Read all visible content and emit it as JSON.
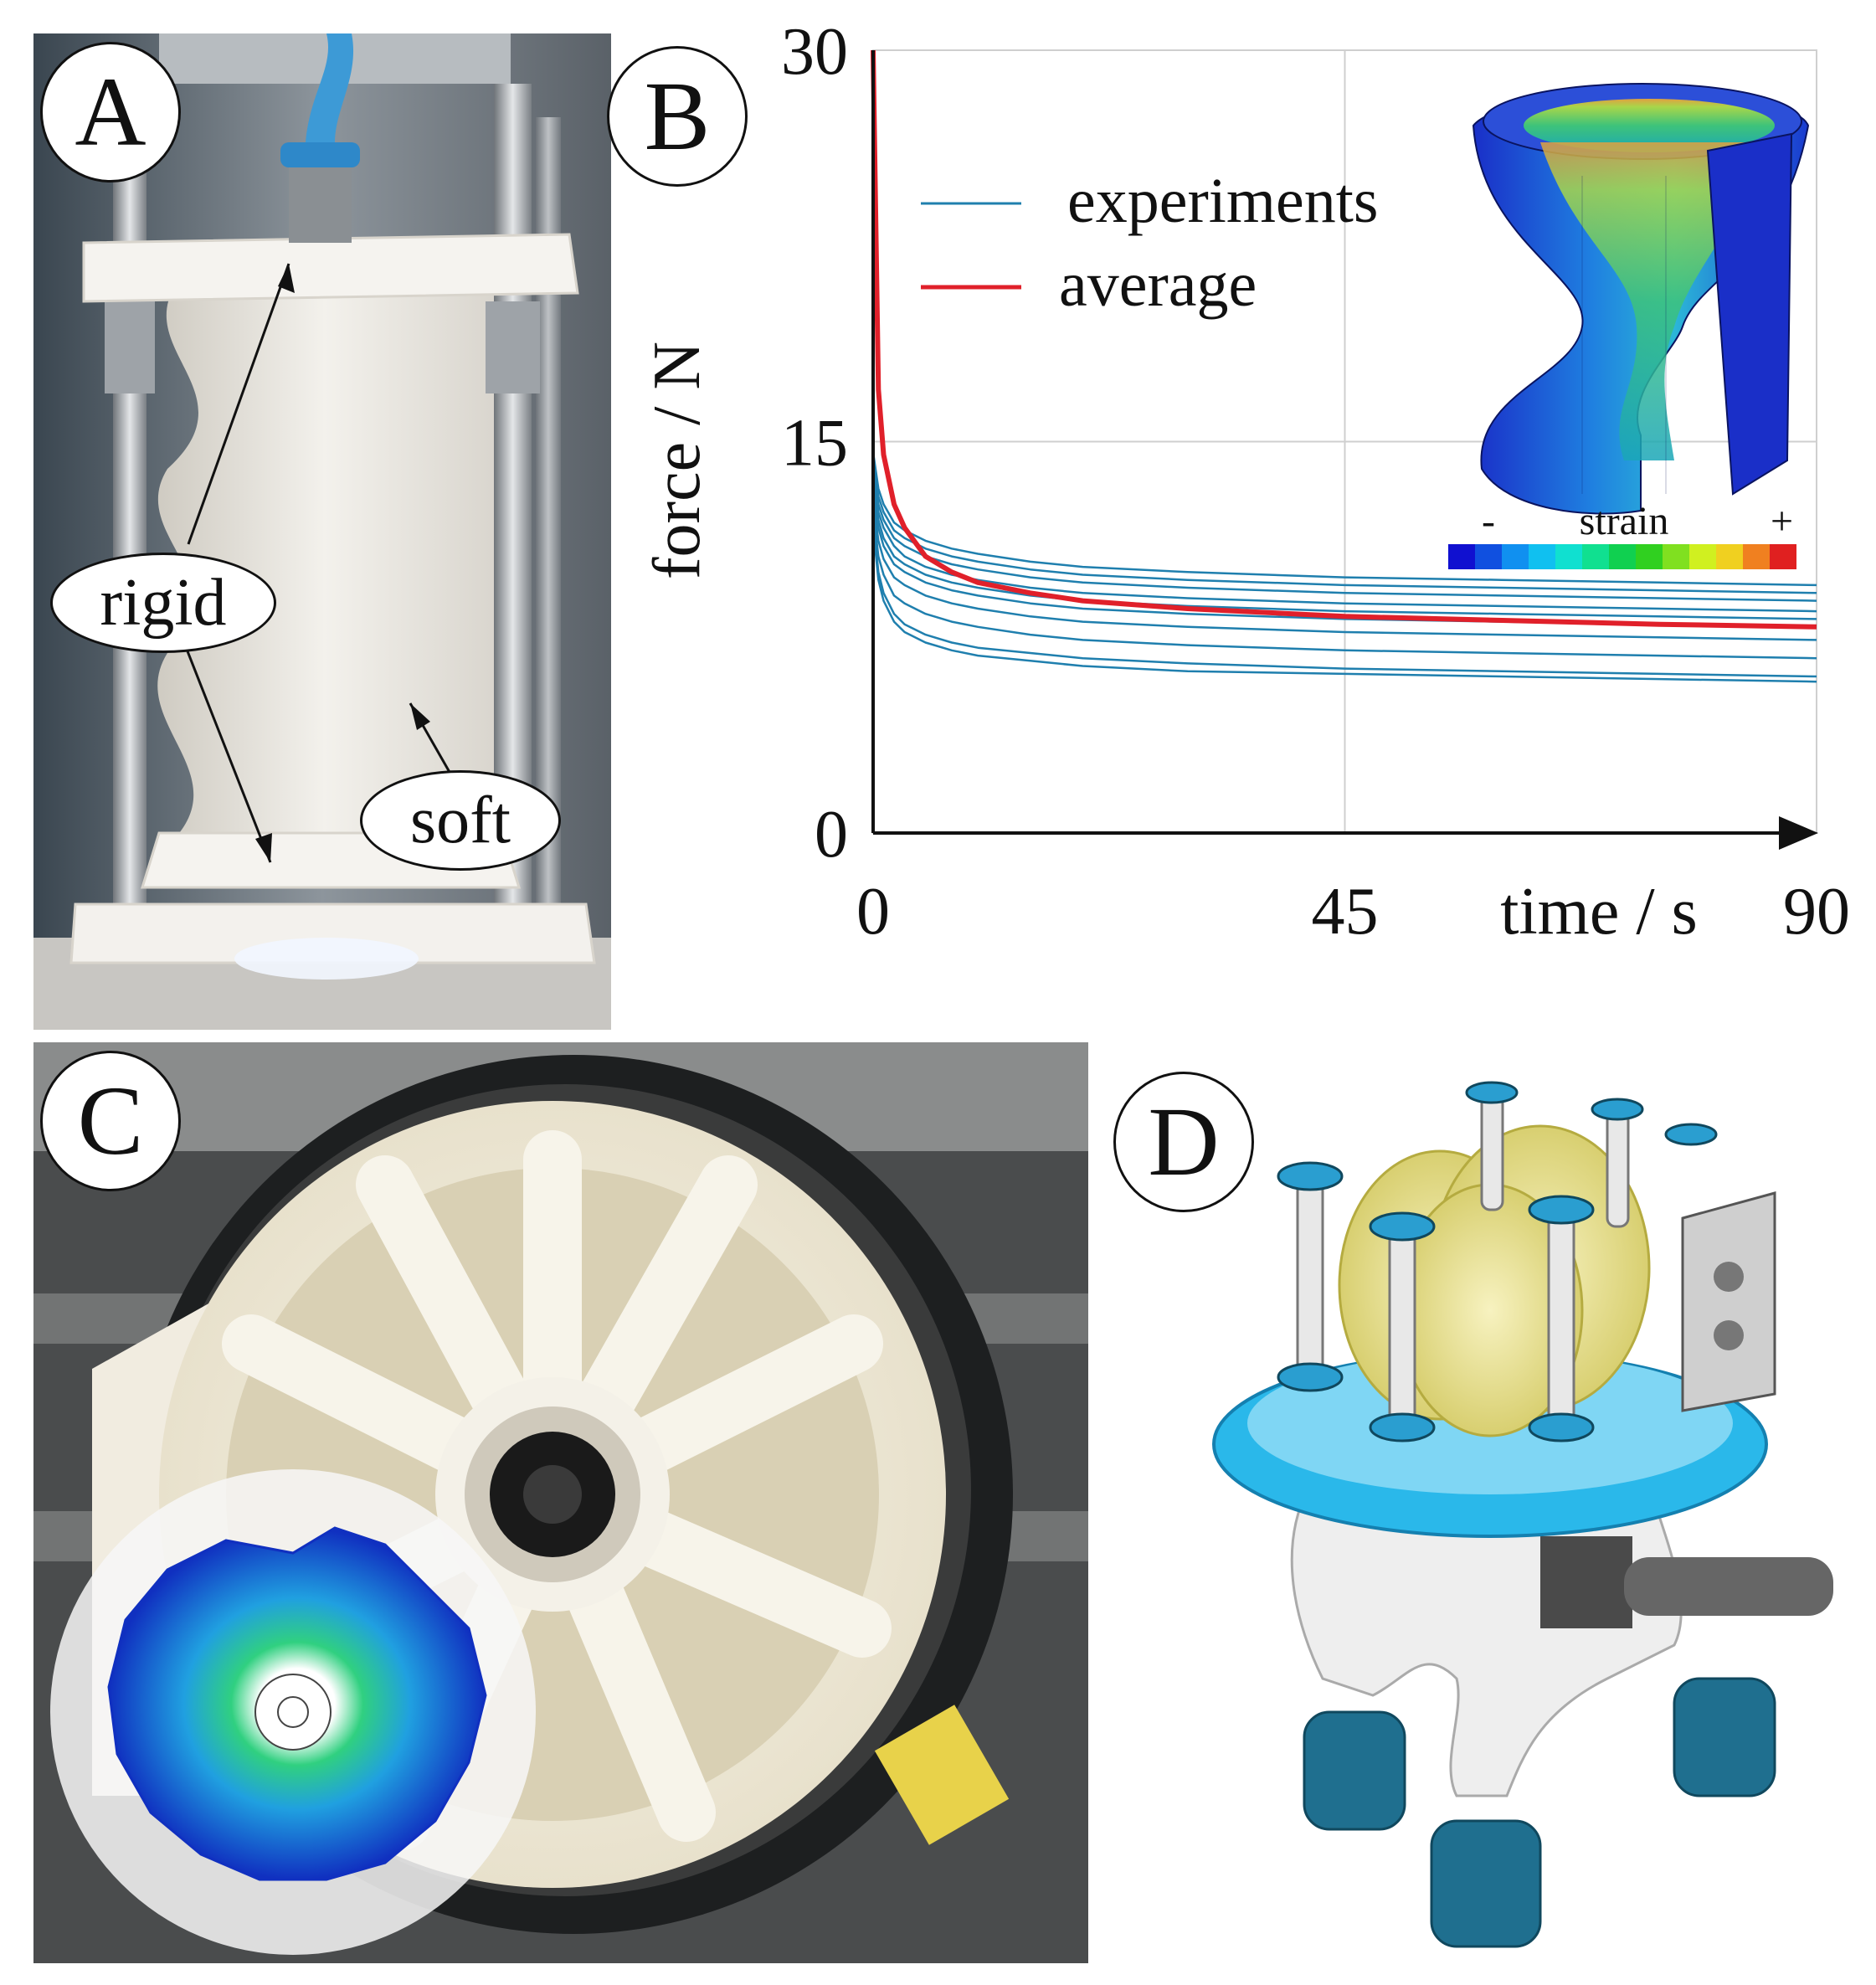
{
  "panels": {
    "a": {
      "letter": "A",
      "callout_rigid": "rigid",
      "callout_soft": "soft"
    },
    "b": {
      "letter": "B"
    },
    "c": {
      "letter": "C"
    },
    "d": {
      "letter": "D"
    }
  },
  "inset_b": {
    "colorbar_title": "strain",
    "colorbar_minus": "-",
    "colorbar_plus": "+"
  },
  "chart_data": {
    "type": "line",
    "xlabel": "time / s",
    "ylabel": "force / N",
    "xlim": [
      0,
      90
    ],
    "ylim": [
      0,
      30
    ],
    "x_ticks": [
      "0",
      "45",
      "90"
    ],
    "y_ticks": [
      "0",
      "15",
      "30"
    ],
    "grid": true,
    "legend_position": "top-left",
    "legend": [
      "experiments",
      "average"
    ],
    "colors": {
      "experiments": "#1f7fae",
      "average": "#e0202a"
    },
    "x": [
      0,
      0.5,
      1,
      2,
      3,
      5,
      7.5,
      10,
      15,
      20,
      30,
      45,
      60,
      75,
      90
    ],
    "series": [
      {
        "name": "experiments",
        "values": [
          14.6,
          13.2,
          12.6,
          11.9,
          11.6,
          11.2,
          10.9,
          10.7,
          10.4,
          10.2,
          10.0,
          9.8,
          9.7,
          9.6,
          9.5
        ]
      },
      {
        "values": [
          14.3,
          12.9,
          12.3,
          11.6,
          11.3,
          10.9,
          10.6,
          10.4,
          10.1,
          9.9,
          9.7,
          9.5,
          9.4,
          9.3,
          9.2
        ]
      },
      {
        "values": [
          14.0,
          12.6,
          12.0,
          11.3,
          11.0,
          10.6,
          10.3,
          10.1,
          9.8,
          9.6,
          9.4,
          9.2,
          9.1,
          9.0,
          8.9
        ]
      },
      {
        "values": [
          13.8,
          12.3,
          11.7,
          11.0,
          10.6,
          10.2,
          9.9,
          9.7,
          9.4,
          9.2,
          9.0,
          8.8,
          8.7,
          8.6,
          8.5
        ]
      },
      {
        "values": [
          13.5,
          12.0,
          11.3,
          10.6,
          10.3,
          9.9,
          9.6,
          9.4,
          9.1,
          8.9,
          8.7,
          8.5,
          8.4,
          8.3,
          8.2
        ]
      },
      {
        "values": [
          13.2,
          11.7,
          11.0,
          10.3,
          10.0,
          9.6,
          9.3,
          9.1,
          8.8,
          8.6,
          8.4,
          8.2,
          8.1,
          8.0,
          7.9
        ]
      },
      {
        "values": [
          12.8,
          11.2,
          10.5,
          9.8,
          9.5,
          9.1,
          8.8,
          8.6,
          8.3,
          8.1,
          7.9,
          7.7,
          7.6,
          7.5,
          7.4
        ]
      },
      {
        "values": [
          12.4,
          10.6,
          9.9,
          9.1,
          8.8,
          8.4,
          8.1,
          7.9,
          7.6,
          7.4,
          7.2,
          7.0,
          6.9,
          6.8,
          6.7
        ]
      },
      {
        "values": [
          12.0,
          10.0,
          9.2,
          8.4,
          8.0,
          7.6,
          7.3,
          7.1,
          6.9,
          6.7,
          6.5,
          6.3,
          6.2,
          6.1,
          6.0
        ]
      },
      {
        "values": [
          11.7,
          9.7,
          8.9,
          8.1,
          7.7,
          7.3,
          7.0,
          6.8,
          6.6,
          6.4,
          6.2,
          6.1,
          6.0,
          5.9,
          5.8
        ]
      },
      {
        "name": "average",
        "values": [
          30.0,
          17.0,
          14.5,
          12.6,
          11.7,
          10.6,
          10.0,
          9.6,
          9.2,
          8.9,
          8.6,
          8.3,
          8.15,
          8.0,
          7.9
        ]
      }
    ]
  }
}
